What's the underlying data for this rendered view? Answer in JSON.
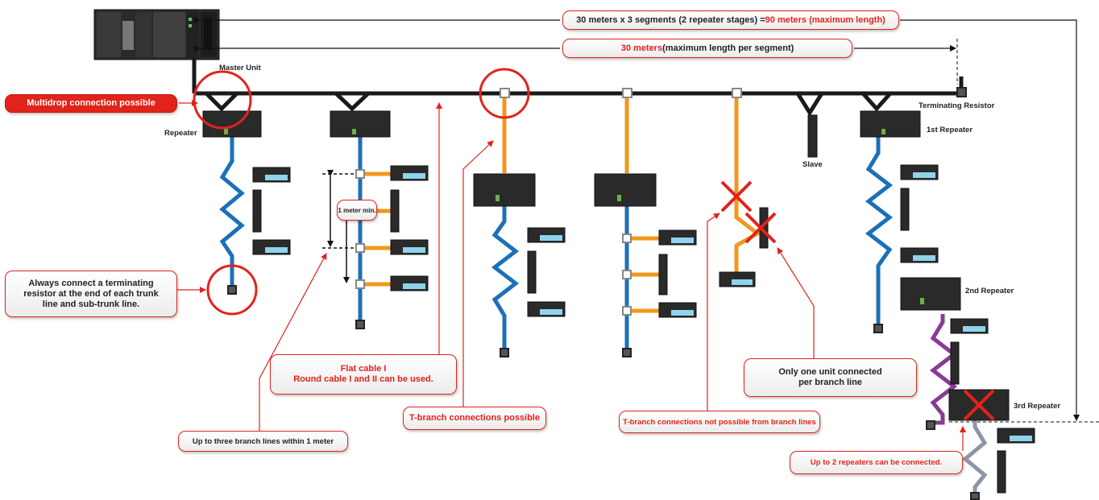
{
  "dimensions": {
    "total_prefix": "30 meters x 3 segments (2 repeater stages) = ",
    "total_highlight": "90 meters (maximum length)",
    "segment_highlight": "30 meters",
    "segment_suffix": " (maximum length per segment)"
  },
  "labels": {
    "master_unit": "Master Unit",
    "terminating_resistor": "Terminating Resistor",
    "repeater": "Repeater",
    "first_repeater": "1st Repeater",
    "second_repeater": "2nd Repeater",
    "third_repeater": "3rd Repeater",
    "slave": "Slave",
    "one_meter_min": "1 meter min."
  },
  "callouts": {
    "multidrop": "Multidrop connection possible",
    "terminating_line1": "Always connect a terminating",
    "terminating_line2": "resistor at the end of each trunk",
    "terminating_line3": "line and sub-trunk line.",
    "flat_cable": "Flat cable I",
    "round_cable": "Round cable I and II can be used.",
    "three_branch": "Up to three branch lines within 1 meter",
    "t_branch_possible": "T-branch connections possible",
    "t_branch_not_possible": "T-branch connections not possible from branch lines",
    "one_unit_line1": "Only one unit connected",
    "one_unit_line2": "per branch line",
    "two_repeaters": "Up to 2 repeaters can be connected."
  },
  "colors": {
    "trunk": "#1a1a1a",
    "blue_cable": "#1c70b8",
    "orange_cable": "#f0981e",
    "purple_cable": "#8a3a96",
    "gray_cable": "#8a96a8",
    "green_cable": "#2eb34a",
    "accent_red": "#e2231a"
  }
}
